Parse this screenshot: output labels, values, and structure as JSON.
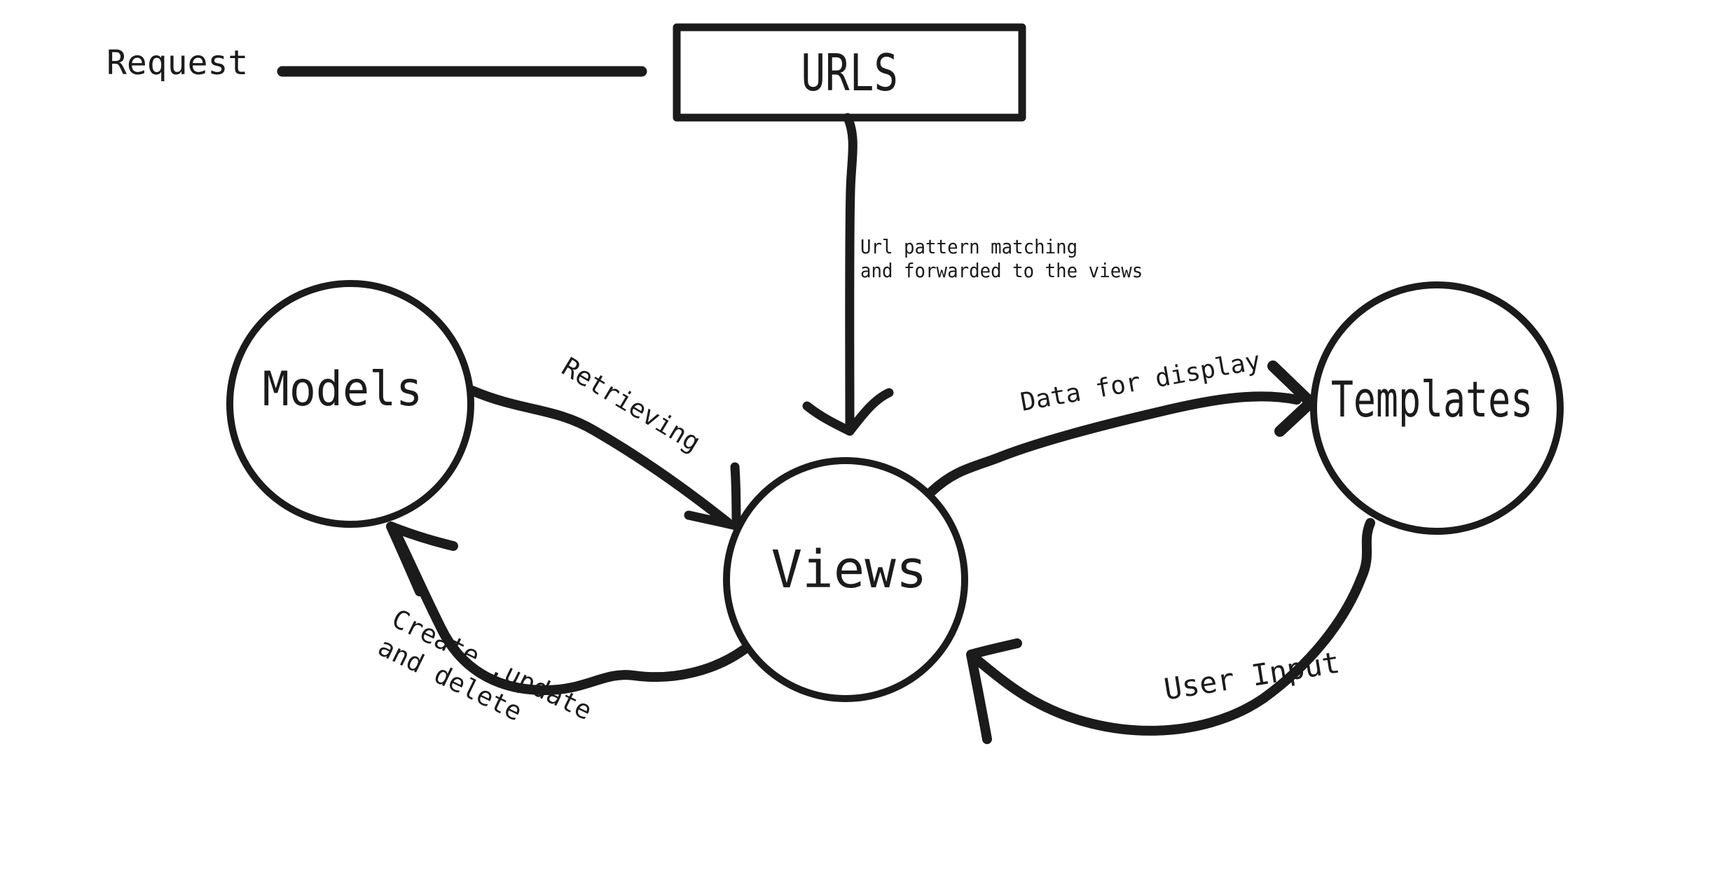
{
  "diagram": {
    "background_color": "#ffffff",
    "ink_color": "#1b1b1b",
    "request": {
      "label": "Request"
    },
    "nodes": {
      "urls": {
        "label": "URLS",
        "shape": "rectangle"
      },
      "models": {
        "label": "Models",
        "shape": "circle"
      },
      "views": {
        "label": "Views",
        "shape": "circle"
      },
      "templates": {
        "label": "Templates",
        "shape": "circle"
      }
    },
    "edges": {
      "urls_to_views": {
        "from": "URLS",
        "to": "Views",
        "label_line1": "Url pattern matching",
        "label_line2": "and forwarded to the views"
      },
      "models_to_views": {
        "from": "Models",
        "to": "Views",
        "label": "Retrieving"
      },
      "views_to_models": {
        "from": "Views",
        "to": "Models",
        "label_line1": "Create ,update",
        "label_line2": "and delete"
      },
      "views_to_templates": {
        "from": "Views",
        "to": "Templates",
        "label": "Data for display"
      },
      "templates_to_views": {
        "from": "Templates",
        "to": "Views",
        "label": "User Input"
      }
    }
  }
}
